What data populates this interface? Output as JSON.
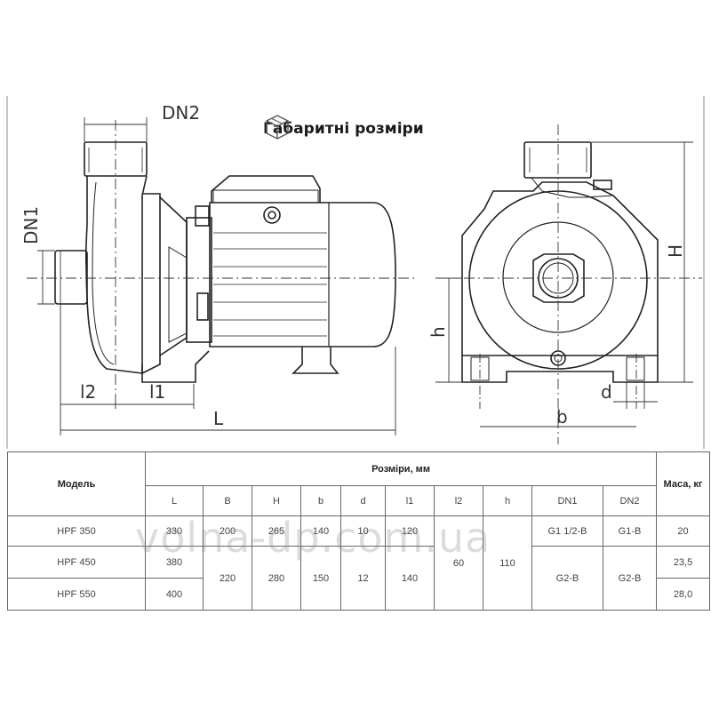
{
  "heading": {
    "title": "Габаритні розміри",
    "icon": "box-icon"
  },
  "drawing": {
    "labels": {
      "DN2": "DN2",
      "DN1": "DN1",
      "l2": "l2",
      "l1": "l1",
      "L": "L",
      "H": "H",
      "h": "h",
      "d": "d",
      "b": "b"
    }
  },
  "table": {
    "model_header": "Модель",
    "sizes_header": "Розміри, мм",
    "mass_header": "Маса, кг",
    "columns": [
      "L",
      "B",
      "H",
      "b",
      "d",
      "l1",
      "l2",
      "h",
      "DN1",
      "DN2"
    ],
    "rows": [
      {
        "model": "HPF 350",
        "L": "330",
        "B": "200",
        "H": "265",
        "b": "140",
        "d": "10",
        "l1": "120",
        "DN1": "G1 1/2-B",
        "DN2": "G1-B",
        "mass": "20"
      },
      {
        "model": "HPF 450",
        "L": "380",
        "mass": "23,5"
      },
      {
        "model": "HPF 550",
        "L": "400",
        "mass": "28,0"
      }
    ],
    "merged": {
      "B": "220",
      "H": "280",
      "b": "150",
      "d": "12",
      "l1": "140",
      "l2": "60",
      "h": "110",
      "DN1": "G2-B",
      "DN2": "G2-B"
    }
  },
  "watermark": "volna-dp.com.ua"
}
